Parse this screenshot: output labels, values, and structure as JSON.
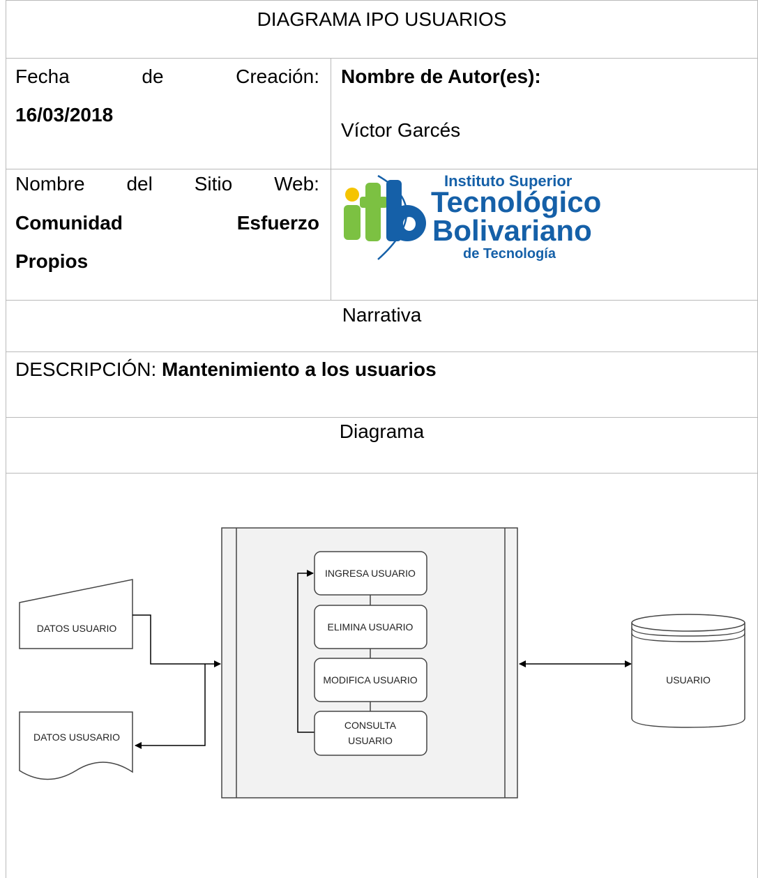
{
  "title": "DIAGRAMA IPO USUARIOS",
  "fecha": {
    "label_words": [
      "Fecha",
      "de",
      "Creación:"
    ],
    "value": "16/03/2018"
  },
  "autor": {
    "label": "Nombre de Autor(es):",
    "value": "Víctor Garcés"
  },
  "sitio": {
    "label_words": [
      "Nombre",
      "del",
      "Sitio",
      "Web:"
    ],
    "value_words": [
      "Comunidad",
      "Esfuerzo"
    ],
    "value_last": "Propios"
  },
  "logo": {
    "mark": "itb",
    "line1": "Instituto Superior",
    "line2": "Tecnológico",
    "line3": "Bolivariano",
    "line4": "de Tecnología",
    "colors": {
      "blue": "#1560a8",
      "green": "#7cc142",
      "yellow": "#f5c400"
    }
  },
  "narrativa": "Narrativa",
  "descripcion": {
    "label": "DESCRIPCIÓN: ",
    "value": "Mantenimiento a los usuarios"
  },
  "diagrama_heading": "Diagrama",
  "diagram": {
    "input_doc": "DATOS USUARIO",
    "output_doc": "DATOS USUSARIO",
    "processes": [
      "INGRESA USUARIO",
      "ELIMINA USUARIO",
      "MODIFICA USUARIO"
    ],
    "process_last": [
      "CONSULTA",
      "USUARIO"
    ],
    "database": "USUARIO"
  }
}
